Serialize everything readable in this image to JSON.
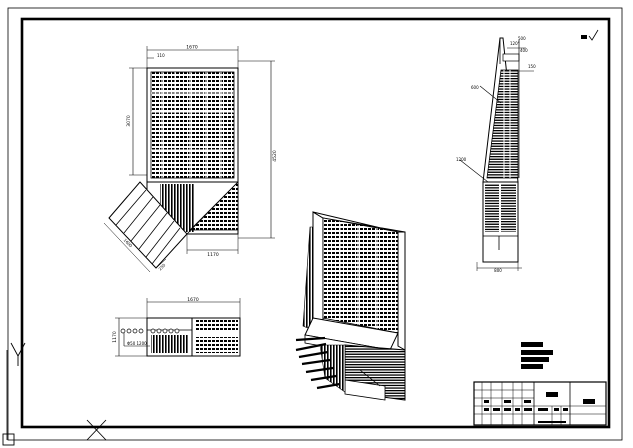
{
  "drawing": {
    "front_view": {
      "dim_top_width": "1670",
      "dim_top_small": "110",
      "dim_left_height": "3070",
      "dim_right_height": "4520",
      "dim_bottom_width": "1170",
      "dim_diag_length": "1600",
      "dim_diag_small": "250"
    },
    "side_view": {
      "dim_top": "500",
      "dim_top_angle": "120°",
      "dim_upper": "400",
      "dim_mid": "600",
      "dim_lower": "1200",
      "dim_small": "150",
      "dim_bottom": "800"
    },
    "plan_view": {
      "dim_width": "1670",
      "dim_height": "1170",
      "callout": "Φ50 1200"
    },
    "notes": [
      "技术要求",
      "1. 焊接牢固",
      "2. 表面防腐处理",
      "3. 网孔尺寸"
    ],
    "title_block": {
      "drawing_name": "格栅除污机",
      "drawing_number": "GS-01",
      "ratio_label": "比例",
      "ratio_value": "1:20"
    }
  },
  "colors": {
    "line": "#000000",
    "paper": "#ffffff"
  }
}
